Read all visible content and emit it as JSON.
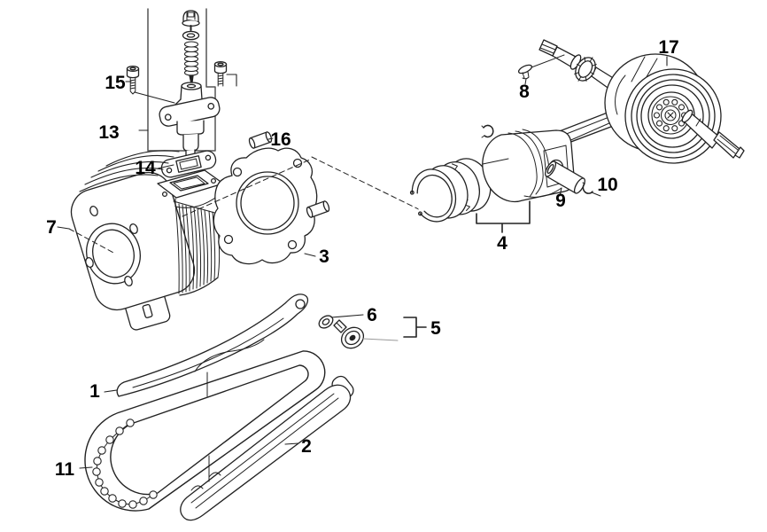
{
  "figure": {
    "background_color": "#ffffff",
    "line_color": "#222222",
    "box_line_color": "#555555",
    "faint_line_color": "#999999",
    "label_color": "#000000",
    "callouts": [
      {
        "text": "1"
      },
      {
        "text": "2"
      },
      {
        "text": "3"
      },
      {
        "text": "4"
      },
      {
        "text": "5"
      },
      {
        "text": "6"
      },
      {
        "text": "7"
      },
      {
        "text": "8"
      },
      {
        "text": "9"
      },
      {
        "text": "10"
      },
      {
        "text": "11"
      },
      {
        "text": "13"
      },
      {
        "text": "14"
      },
      {
        "text": "15"
      },
      {
        "text": "16"
      },
      {
        "text": "17"
      }
    ]
  }
}
